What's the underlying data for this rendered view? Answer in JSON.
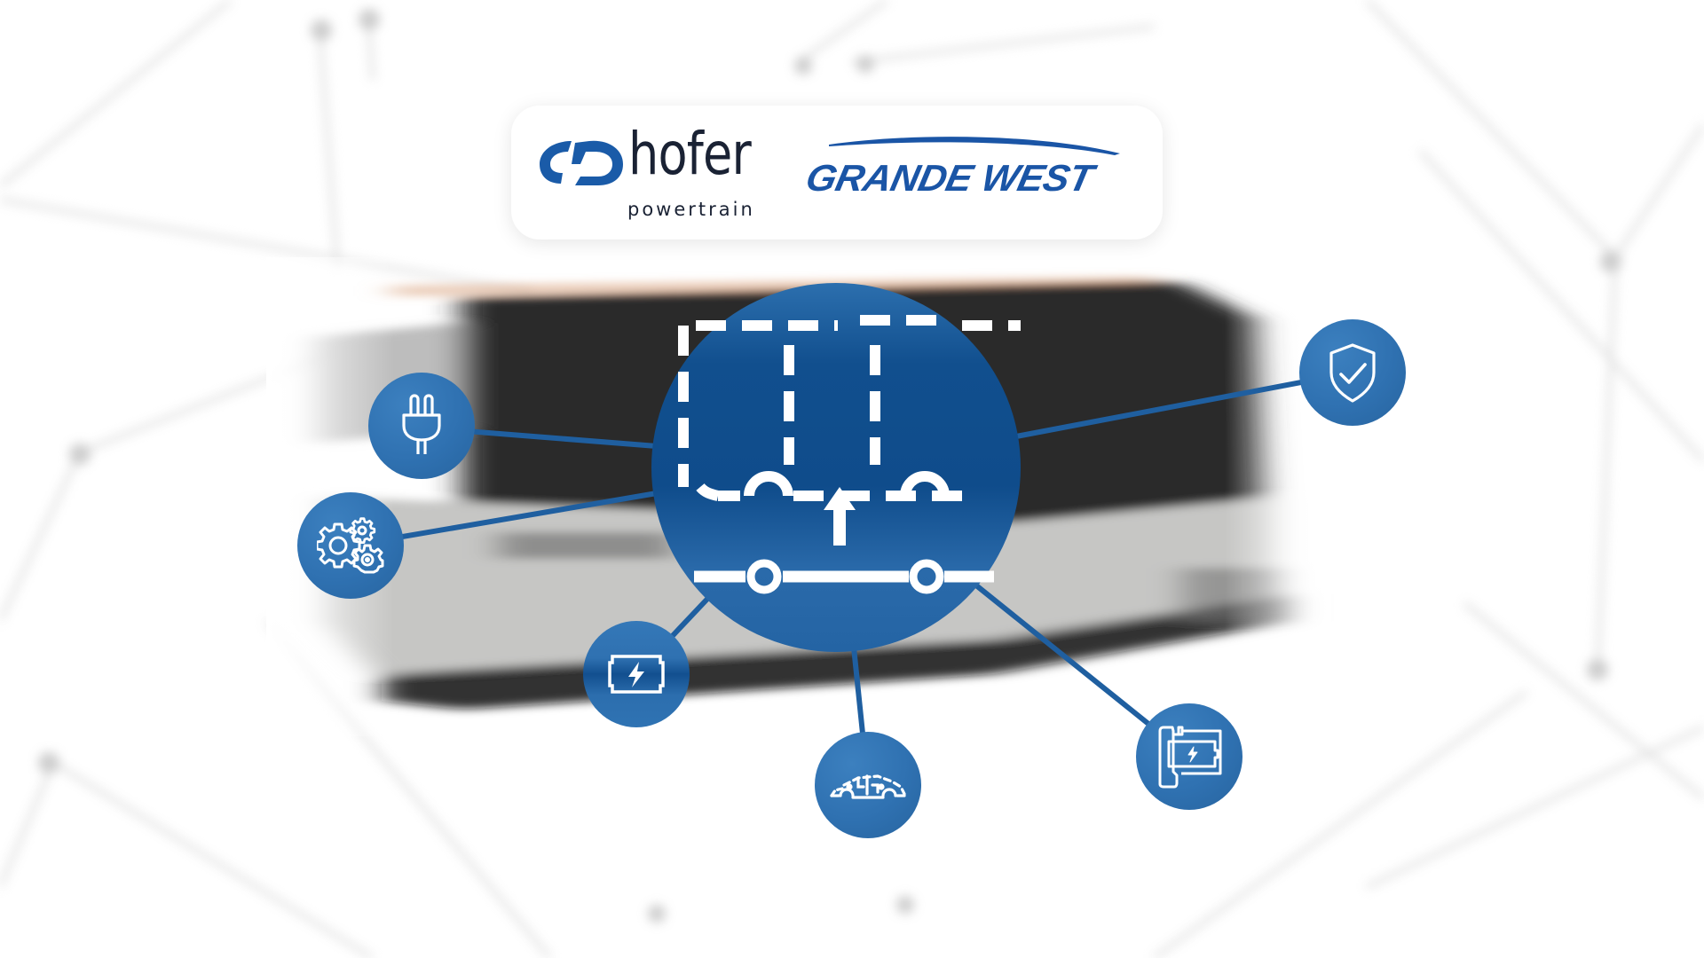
{
  "logos": {
    "hofer": {
      "name": "hofer",
      "subtitle": "powertrain",
      "mark_color": "#1a5ba8",
      "text_color": "#1a2234"
    },
    "grande_west": {
      "name": "GRANDE WEST",
      "color": "#1a55a6"
    }
  },
  "diagram": {
    "center": {
      "icon": "bus-chassis-icon",
      "description": "dashed bus outline with arrow lifting onto axle chassis"
    },
    "nodes": [
      {
        "id": "plug",
        "icon": "plug-icon"
      },
      {
        "id": "gears",
        "icon": "gears-icon"
      },
      {
        "id": "battery",
        "icon": "battery-icon"
      },
      {
        "id": "vehicle",
        "icon": "car-circuit-icon"
      },
      {
        "id": "charger",
        "icon": "charging-station-icon"
      },
      {
        "id": "safety",
        "icon": "shield-check-icon"
      }
    ]
  },
  "colors": {
    "primary_blue": "#2f71b1",
    "hub_blue": "#0f4c8b",
    "connector": "#1f5fa0",
    "background": "#ffffff"
  }
}
